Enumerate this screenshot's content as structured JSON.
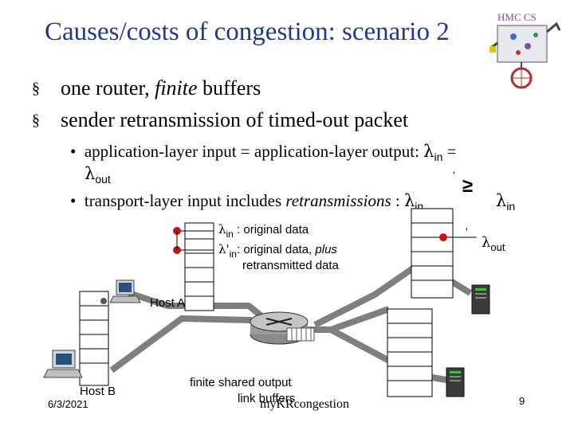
{
  "slide": {
    "title": "Causes/costs of congestion: scenario 2",
    "bullets": [
      {
        "pre": "one router, ",
        "em": "finite",
        "post": " buffers"
      },
      {
        "text": "sender retransmission of timed-out packet"
      }
    ],
    "sub_bullets": {
      "b1_text": "application-layer input = application-layer output: ",
      "b1_lambda": "λ",
      "b1_sub": "in",
      "b1_eq": " =",
      "b1_line2_lambda": "λ",
      "b1_line2_sub": "out",
      "b2_text": "transport-layer input includes ",
      "b2_em": "retransmissions",
      "b2_colon": " : ",
      "b2_lambda": "λ",
      "b2_sub": "in",
      "b2_prime": "'",
      "ge_symbol": "≥",
      "b2_lambda2": "λ",
      "b2_sub2": "in"
    },
    "diagram": {
      "lambda_in": "λ",
      "lambda_in_sub": "in",
      "lambda_in_desc": " : original data",
      "lambda_prime": "λ'",
      "lambda_prime_sub": "in",
      "lambda_prime_desc_pre": ": original data, ",
      "lambda_prime_desc_em": "plus",
      "lambda_prime_desc_2": "retransmitted data",
      "lambda_out": "λ",
      "lambda_out_sub": "out",
      "lambda_out_tick": "'",
      "host_a": "Host A",
      "host_b": "Host B",
      "link_label_1": "finite shared output",
      "link_label_2": "link buffers"
    },
    "footer": {
      "date": "6/3/2021",
      "center": "myKRcongestion",
      "page": "9"
    },
    "logo_text": "HMC CS"
  },
  "colors": {
    "title": "#1f3a8a",
    "dot": "#cc1111",
    "wire": "#7f7f7f"
  }
}
